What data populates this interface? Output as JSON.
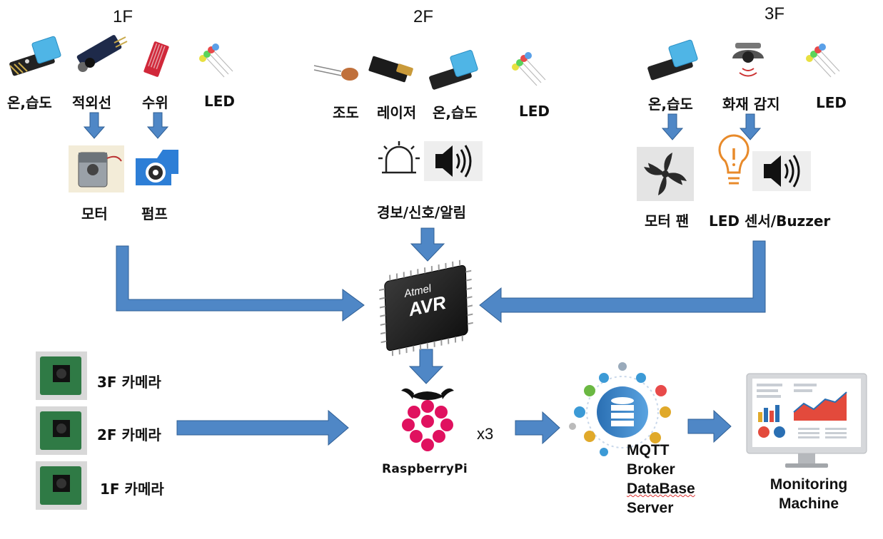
{
  "floors": {
    "f1": {
      "title": "1F",
      "sensors": [
        "온,습도",
        "적외선",
        "수위",
        "LED"
      ],
      "actuators": [
        "모터",
        "펌프"
      ]
    },
    "f2": {
      "title": "2F",
      "sensors": [
        "조도",
        "레이저",
        "온,습도",
        "LED"
      ],
      "actuator_label": "경보/신호/알림"
    },
    "f3": {
      "title": "3F",
      "sensors": [
        "온,습도",
        "화재 감지",
        "LED"
      ],
      "actuator_labels": [
        "모터 팬",
        "LED 센서/Buzzer"
      ]
    }
  },
  "mcu": {
    "line1": "Atmel",
    "line2": "AVR"
  },
  "cameras": [
    "3F 카메라",
    "2F 카메라",
    "1F 카메라"
  ],
  "raspberry": {
    "label": "RaspberryPi",
    "multiplier": "x3"
  },
  "server": {
    "lines": [
      "MQTT",
      "Broker",
      "DataBase",
      "Server"
    ]
  },
  "monitor": {
    "lines": [
      "Monitoring",
      "Machine"
    ]
  },
  "colors": {
    "arrow_fill": "#4f87c6",
    "arrow_stroke": "#2f5f95",
    "raspberry_red": "#e0115f",
    "raspberry_leaf": "#111111"
  }
}
